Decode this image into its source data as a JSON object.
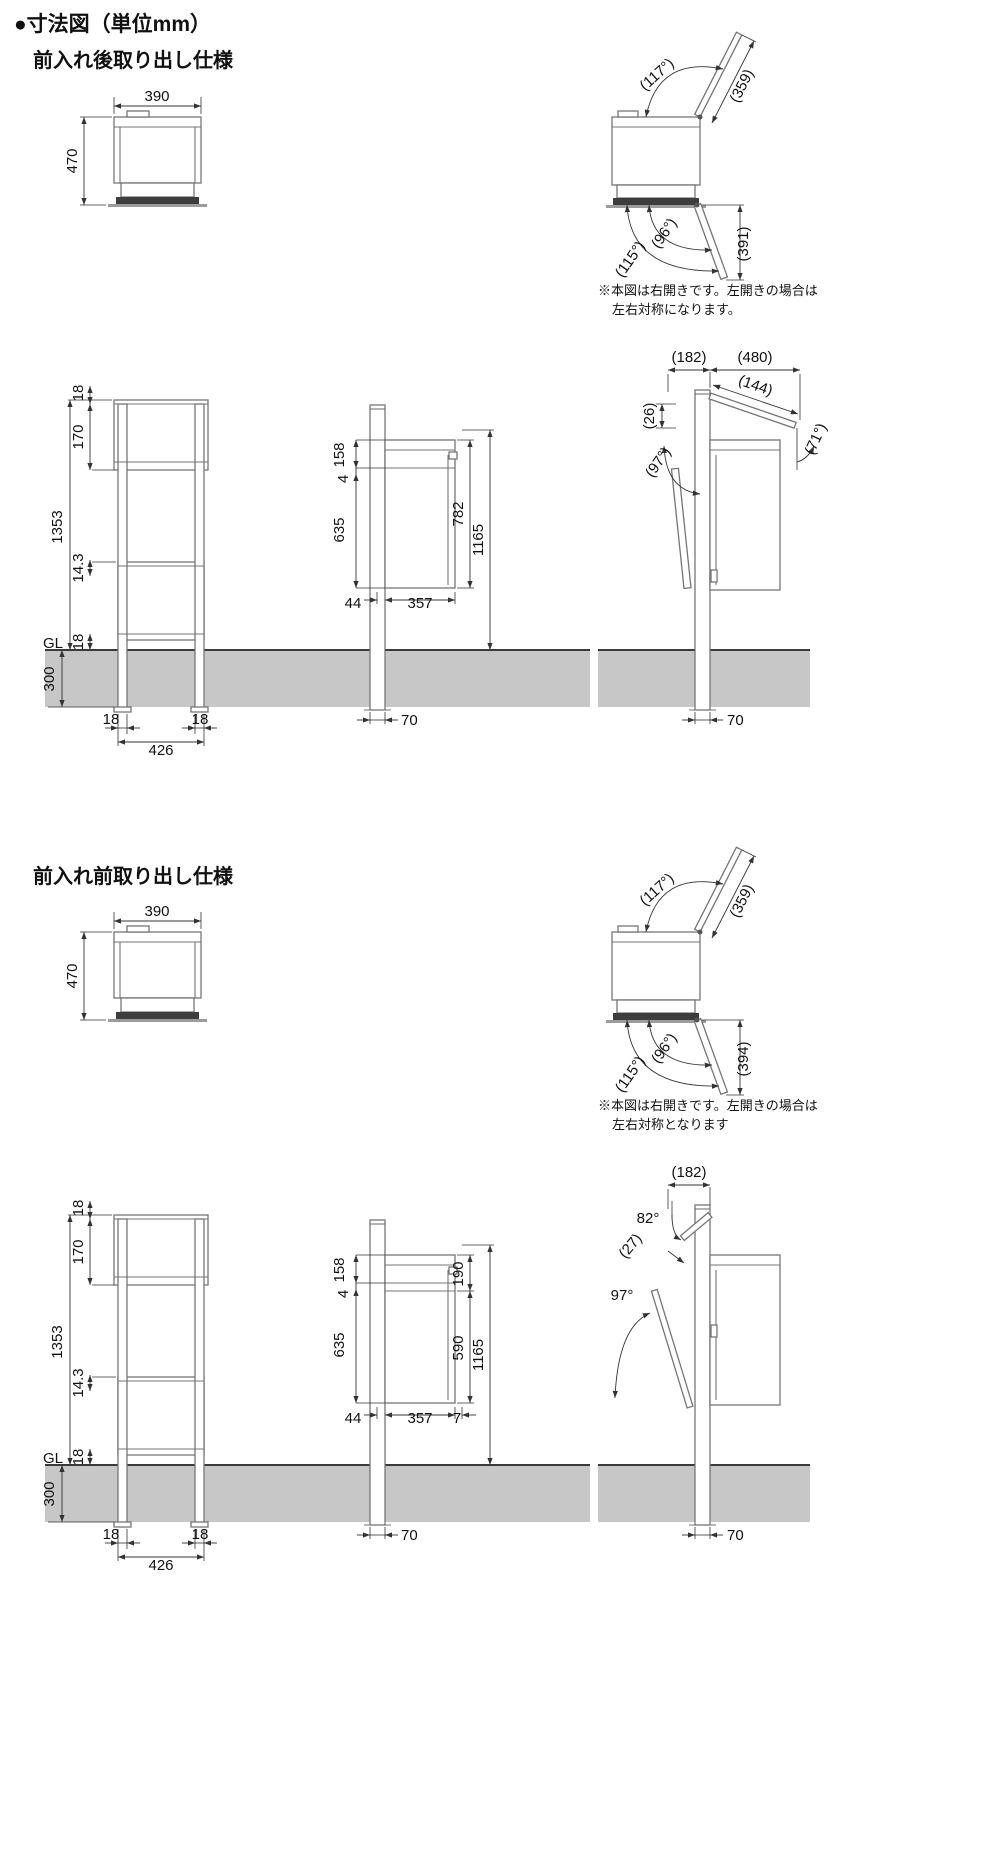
{
  "page": {
    "title": "●寸法図（単位mm）"
  },
  "s1": {
    "title": "前入れ後取り出し仕様",
    "note_line1": "※本図は右開きです。左開きの場合は",
    "note_line2": "左右対称になります。",
    "front": {
      "width": "390",
      "height": "470"
    },
    "lid": {
      "open_angle": "(117°)",
      "lid_length": "(359)",
      "door_angle_inner": "(96°)",
      "door_angle_outer": "(115°)",
      "door_drop": "(391)"
    },
    "left": {
      "top18": "18",
      "h170": "170",
      "h1353": "1353",
      "h143": "14.3",
      "low18": "18",
      "gl": "GL",
      "depth300": "300",
      "b18l": "18",
      "b426": "426",
      "b18r": "18"
    },
    "mid": {
      "d158": "158",
      "d4": "4",
      "d635": "635",
      "d782": "782",
      "d1165": "1165",
      "b44": "44",
      "b357": "357",
      "post70": "70"
    },
    "right": {
      "t182": "(182)",
      "t480": "(480)",
      "d144": "(144)",
      "a71": "(71°)",
      "d26": "(26)",
      "a97": "(97°)",
      "post70": "70"
    }
  },
  "s2": {
    "title": "前入れ前取り出し仕様",
    "note_line1": "※本図は右開きです。左開きの場合は",
    "note_line2": "左右対称となります",
    "front": {
      "width": "390",
      "height": "470"
    },
    "lid": {
      "open_angle": "(117°)",
      "lid_length": "(359)",
      "door_angle_inner": "(96°)",
      "door_angle_outer": "(115°)",
      "door_drop": "(394)"
    },
    "left": {
      "top18": "18",
      "h170": "170",
      "h1353": "1353",
      "h143": "14.3",
      "low18": "18",
      "gl": "GL",
      "depth300": "300",
      "b18l": "18",
      "b426": "426",
      "b18r": "18"
    },
    "mid": {
      "d158": "158",
      "d4": "4",
      "d635": "635",
      "d190": "190",
      "d590": "590",
      "d1165": "1165",
      "b44": "44",
      "b357": "357",
      "b7": "7",
      "post70": "70"
    },
    "right": {
      "t182": "(182)",
      "a82": "82°",
      "d27": "(27)",
      "a97": "97°",
      "post70": "70"
    }
  }
}
